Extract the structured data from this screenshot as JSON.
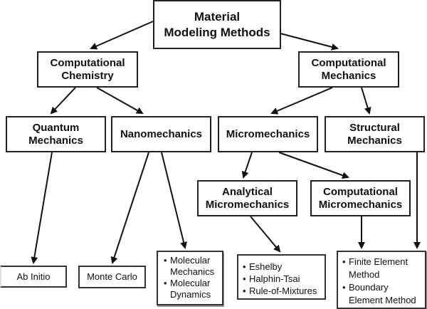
{
  "diagram": {
    "root": {
      "line1": "Material",
      "line2": "Modeling Methods"
    },
    "level1": {
      "comp_chem": {
        "line1": "Computational",
        "line2": "Chemistry"
      },
      "comp_mech": {
        "line1": "Computational",
        "line2": "Mechanics"
      }
    },
    "level2": {
      "quantum": {
        "line1": "Quantum",
        "line2": "Mechanics"
      },
      "nano": {
        "label": "Nanomechanics"
      },
      "micro": {
        "label": "Micromechanics"
      },
      "structural": {
        "line1": "Structural",
        "line2": "Mechanics"
      }
    },
    "level3": {
      "analytical": {
        "line1": "Analytical",
        "line2": "Micromechanics"
      },
      "comp_micro": {
        "line1": "Computational",
        "line2": "Micromechanics"
      }
    },
    "leaves": {
      "ab_initio": {
        "label": "Ab Initio"
      },
      "monte_carlo": {
        "label": "Monte Carlo"
      },
      "molecular": {
        "items": [
          "Molecular Mechanics",
          "Molecular Dynamics"
        ]
      },
      "analytical_methods": {
        "items": [
          "Eshelby",
          "Halphin-Tsai",
          "Rule-of-Mixtures"
        ]
      },
      "numerical_methods": {
        "items": [
          "Finite Element Method",
          "Boundary Element Method"
        ]
      }
    },
    "edges": [
      {
        "from": "Material Modeling Methods",
        "to": "Computational Chemistry"
      },
      {
        "from": "Material Modeling Methods",
        "to": "Computational Mechanics"
      },
      {
        "from": "Computational Chemistry",
        "to": "Quantum Mechanics"
      },
      {
        "from": "Computational Chemistry",
        "to": "Nanomechanics"
      },
      {
        "from": "Computational Mechanics",
        "to": "Micromechanics"
      },
      {
        "from": "Computational Mechanics",
        "to": "Structural Mechanics"
      },
      {
        "from": "Micromechanics",
        "to": "Analytical Micromechanics"
      },
      {
        "from": "Micromechanics",
        "to": "Computational Micromechanics"
      },
      {
        "from": "Quantum Mechanics",
        "to": "Ab Initio"
      },
      {
        "from": "Nanomechanics",
        "to": "Monte Carlo"
      },
      {
        "from": "Nanomechanics",
        "to": "Molecular Mechanics / Molecular Dynamics"
      },
      {
        "from": "Analytical Micromechanics",
        "to": "Eshelby / Halphin-Tsai / Rule-of-Mixtures"
      },
      {
        "from": "Computational Micromechanics",
        "to": "Finite Element / Boundary Element Method"
      },
      {
        "from": "Structural Mechanics",
        "to": "Finite Element / Boundary Element Method"
      }
    ]
  }
}
